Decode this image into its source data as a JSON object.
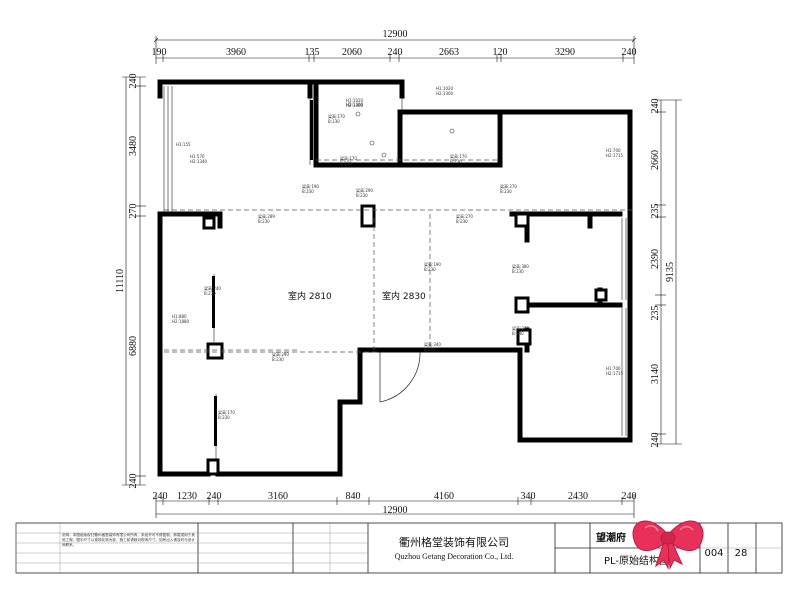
{
  "dimensions": {
    "top_total": "12900",
    "top": [
      "190",
      "3960",
      "135",
      "2060",
      "240",
      "2663",
      "120",
      "3290",
      "240"
    ],
    "bottom_total": "12900",
    "bottom": [
      "240",
      "1230",
      "240",
      "3160",
      "840",
      "4160",
      "340",
      "2430",
      "240"
    ],
    "left_total": "11110",
    "left": [
      "240",
      "3480",
      "270",
      "6880",
      "240"
    ],
    "right_total": "9135",
    "right": [
      "240",
      "2660",
      "235",
      "2390",
      "235",
      "3140",
      "240"
    ]
  },
  "rooms": {
    "indoor_left": "室内 2810",
    "indoor_right": "室内 2830"
  },
  "annotations": {
    "a1": "H1:1020\nH2:1300",
    "a2": "H1:1020\nH2:1300",
    "a3": "梁高:170\nB:230",
    "a4": "梁高:170\nB:230",
    "a5": "梁高:170\nB:230",
    "a6": "H1:570\nH2:1340",
    "a7": "H1:700\nH2:1715",
    "a8": "梁高:190\nB:230",
    "a9": "梁高:290\nB:230",
    "a10": "梁高:270\nB:230",
    "a11": "梁高:289\nB:230",
    "a12": "梁高:270\nB:230",
    "a13": "梁高:190\nB:230",
    "a14": "梁高:380\nB:230",
    "a15": "H1:880\nH2:1880",
    "a16": "梁高:240\nB:230",
    "a17": "梁高:270\nB:230",
    "a18": "H1:706\nH2:1715",
    "a19": "梁高:290\nB:230",
    "a20": "梁高:340\nB:240",
    "a21": "梁高:170\nB:230",
    "a22": "H1:155"
  },
  "title_block": {
    "notes": "说明：本图纸版权归衢州格堂装饰有限公司所有，未经许可不得复制、转载或用于其他工程。图中尺寸以现场实测为准，施工前请核对现场尺寸，如有出入请及时与设计师联系。",
    "company_cn": "衢州格堂装饰有限公司",
    "company_en": "Quzhou Getang Decoration Co., Ltd.",
    "project": "望潮府",
    "drawing_title": "PL-原始结构图",
    "drawing_no": "004",
    "page_no": "28"
  },
  "colors": {
    "wall": "#000000",
    "line": "#111111",
    "dashed": "#555555",
    "bow": "#e8305a",
    "bow_dark": "#b81d42"
  }
}
